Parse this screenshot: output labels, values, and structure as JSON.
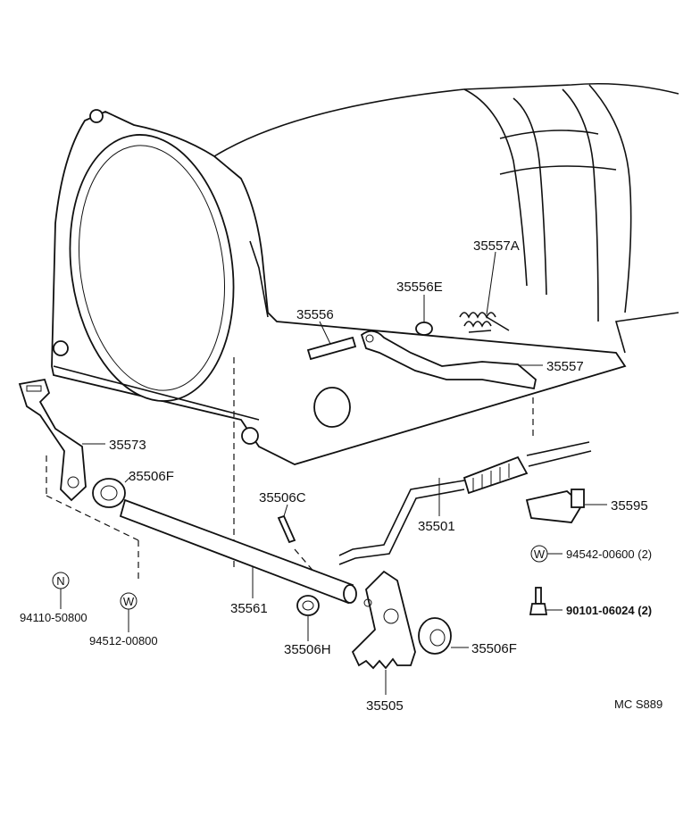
{
  "diagram": {
    "code": "MC S889",
    "parts": {
      "p35557A": "35557A",
      "p35556E": "35556E",
      "p35556": "35556",
      "p35557": "35557",
      "p35573": "35573",
      "p35506F_upper": "35506F",
      "p35506C": "35506C",
      "p35501": "35501",
      "p35595": "35595",
      "p94542": "94542-00600 (2)",
      "p90101": "90101-06024 (2)",
      "p94110": "94110-50800",
      "p94512": "94512-00800",
      "p35561": "35561",
      "p35506H": "35506H",
      "p35506F_lower": "35506F",
      "p35505": "35505"
    },
    "symbols": {
      "n_mark": "N",
      "w_mark_left": "W",
      "w_mark_right": "W"
    }
  }
}
